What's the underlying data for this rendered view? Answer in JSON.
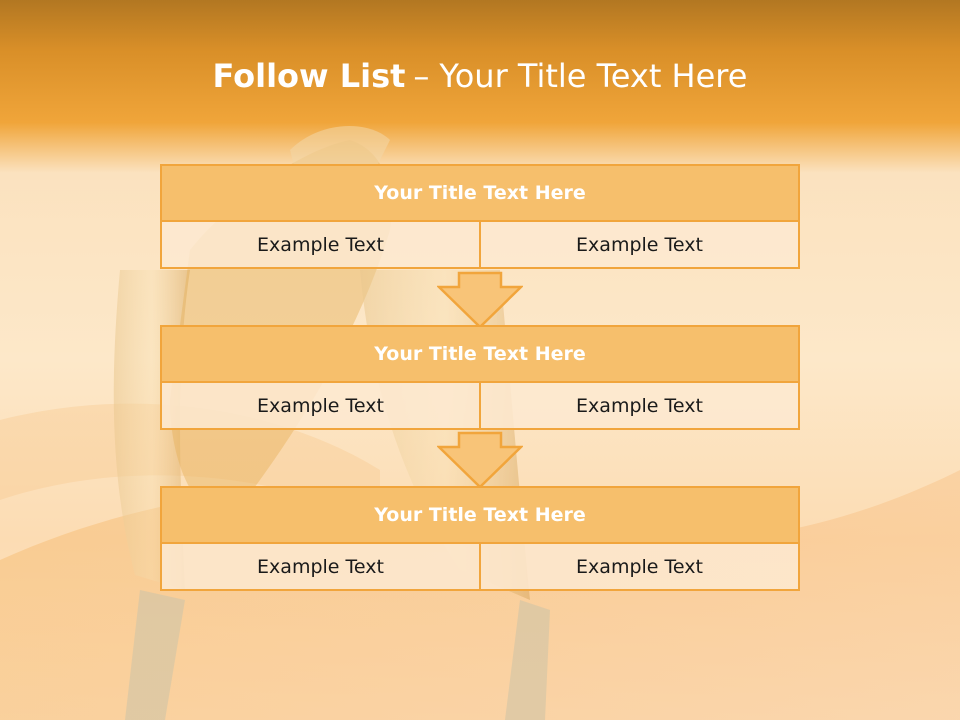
{
  "title": {
    "bold": "Follow List",
    "dash": "–",
    "rest": "Your Title Text Here"
  },
  "blocks": [
    {
      "heading": "Your Title Text Here",
      "left": "Example Text",
      "right": "Example Text"
    },
    {
      "heading": "Your Title Text Here",
      "left": "Example Text",
      "right": "Example Text"
    },
    {
      "heading": "Your Title Text Here",
      "left": "Example Text",
      "right": "Example Text"
    }
  ],
  "colors": {
    "banner": "#ea9a2a",
    "heading_fill": "#f6bf6c",
    "border": "#f1a53c",
    "cell_fill": "#fde9d0",
    "arrow_fill": "#f8c478"
  }
}
